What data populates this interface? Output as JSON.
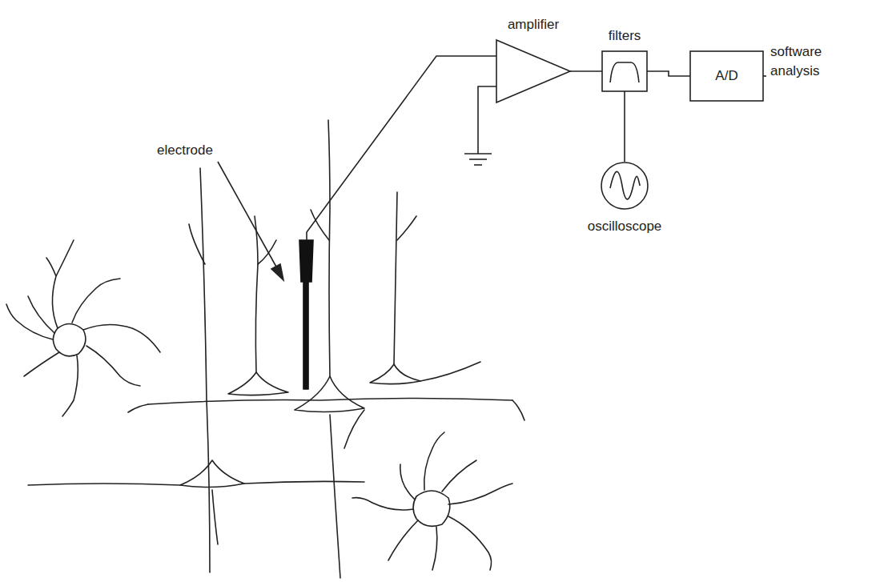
{
  "diagram": {
    "nodes": [
      {
        "text": [
          "amplifier"
        ]
      },
      {
        "text": [
          "filters"
        ]
      },
      {
        "text": [
          "A/D"
        ]
      },
      {
        "text": [
          "oscilloscope"
        ]
      }
    ],
    "edges": [
      {
        "from": 0,
        "to": 1,
        "arrow": "none"
      },
      {
        "from": 1,
        "to": 2,
        "arrow": "none"
      },
      {
        "from": 1,
        "to": 3,
        "arrow": "none"
      }
    ],
    "labels": [
      "electrode",
      "software analysis"
    ]
  }
}
